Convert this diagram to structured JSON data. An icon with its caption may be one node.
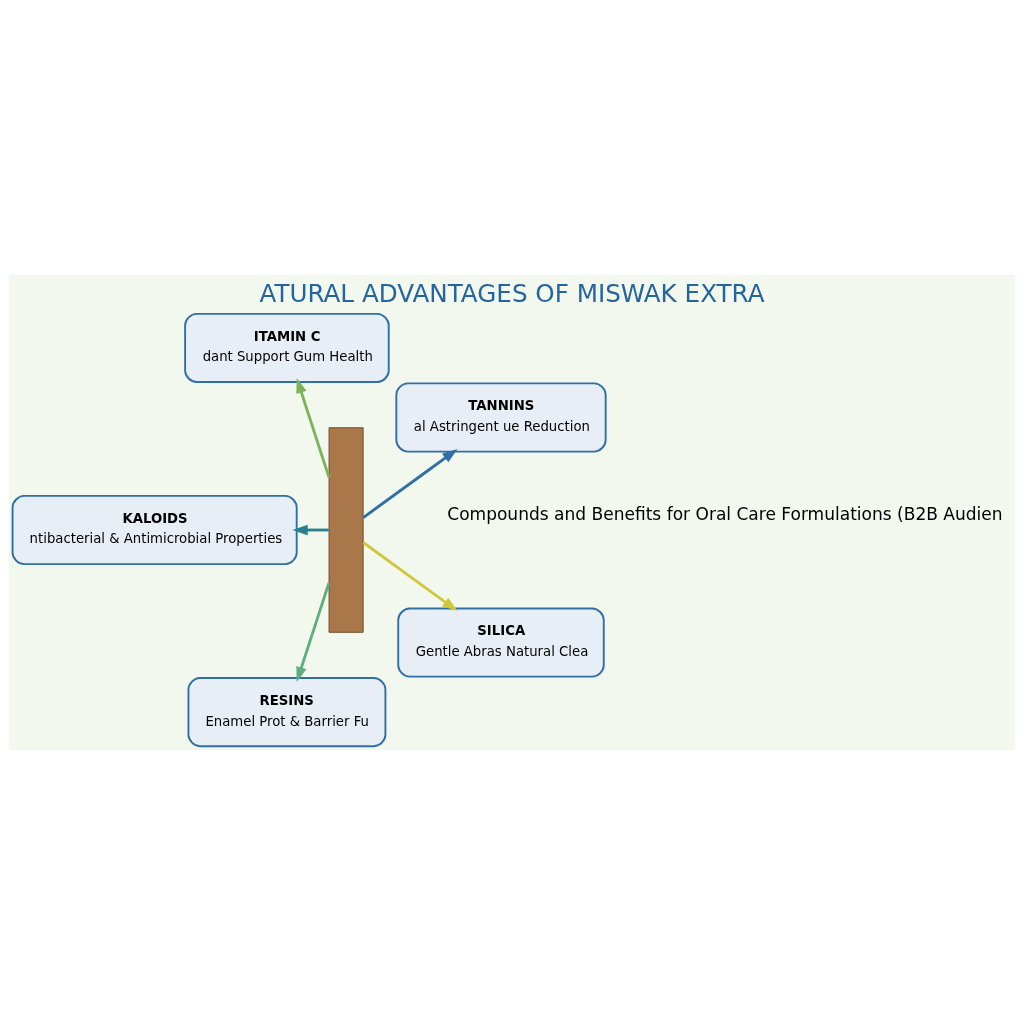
{
  "diagram": {
    "title": "ATURAL ADVANTAGES OF MISWAK EXTRA",
    "nodes": [
      {
        "text": [],
        "shape": "box"
      },
      {
        "text": [
          "TANNINS",
          "al Astringent ue Reduction"
        ]
      },
      {
        "text": [
          "ITAMIN C",
          "dant Support Gum Health"
        ]
      },
      {
        "text": [
          "KALOIDS",
          "ntibacterial & Antimicrobial Properties"
        ]
      },
      {
        "text": [
          "RESINS",
          "Enamel Prot & Barrier Fu"
        ]
      },
      {
        "text": [
          "SILICA",
          "Gentle Abras Natural Clea"
        ]
      }
    ],
    "edges": [
      {
        "from": 0,
        "to": 1,
        "arrow": "to",
        "color": "#2f6fa6"
      },
      {
        "from": 0,
        "to": 2,
        "arrow": "to",
        "color": "#7cb45a"
      },
      {
        "from": 0,
        "to": 3,
        "arrow": "to",
        "color": "#2b8090"
      },
      {
        "from": 0,
        "to": 4,
        "arrow": "to",
        "color": "#5fae80"
      },
      {
        "from": 0,
        "to": 5,
        "arrow": "to",
        "color": "#cfc83c"
      }
    ],
    "labels": [
      "Compounds and Benefits for Oral Care Formulations (B2B Audien"
    ]
  }
}
